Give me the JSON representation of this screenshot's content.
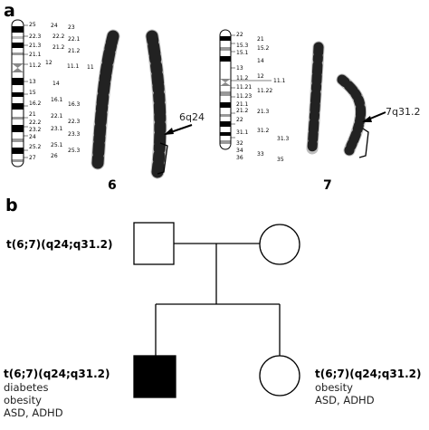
{
  "panels": {
    "a": "a",
    "b": "b"
  },
  "panel_a": {
    "chromosome_6": {
      "number": "6",
      "bands_left": [
        "25",
        "22.3",
        "21.3",
        "21.1",
        "11.2",
        "12",
        "13",
        "15",
        "16.2",
        "21",
        "22.2",
        "23.2",
        "24",
        "25.2",
        "27"
      ],
      "bands_right_inner": [
        "24",
        "22.2",
        "22.1",
        "21.2",
        "12",
        "11.1",
        "16.1",
        "22.1",
        "23.1",
        "23.3",
        "25.1",
        "26"
      ],
      "bands_right_outer": [
        "23",
        "22.1",
        "21.2",
        "11",
        "14",
        "16.3",
        "22.3",
        "23.3",
        "25.3"
      ],
      "breakpoint_label": "6q24"
    },
    "chromosome_7": {
      "number": "7",
      "bands_left": [
        "22",
        "15.3",
        "15.1",
        "13",
        "11.2",
        "11.21",
        "11.23",
        "21.1",
        "21.2",
        "22",
        "31.1",
        "32",
        "34",
        "36"
      ],
      "bands_right": [
        "21",
        "15.2",
        "14",
        "12",
        "11.1",
        "11.22",
        "21.3",
        "31.2",
        "31.3",
        "33",
        "35"
      ],
      "breakpoint_label": "7q31.2"
    }
  },
  "pedigree": {
    "father_karyotype": "t(6;7)(q24;q31.2)",
    "proband_karyotype": "t(6;7)(q24;q31.2)",
    "proband_phenotype": [
      "diabetes",
      "obesity",
      "ASD, ADHD"
    ],
    "sister_karyotype": "t(6;7)(q24;q31.2)",
    "sister_phenotype": [
      "obesity",
      "ASD, ADHD"
    ]
  }
}
